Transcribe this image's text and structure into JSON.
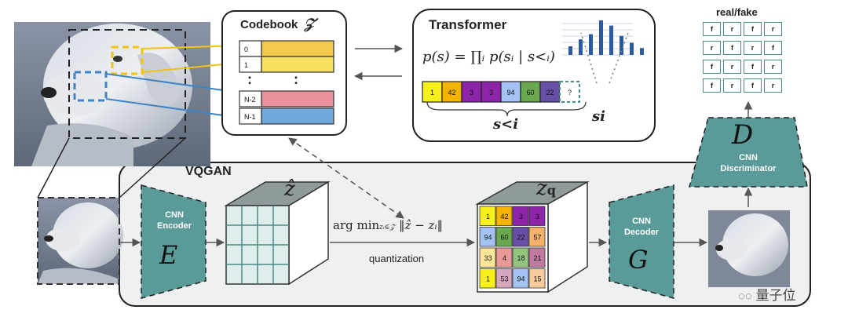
{
  "codebook": {
    "title": "Codebook",
    "symbol": "𝒵",
    "rows": [
      {
        "label": "0",
        "color": "#f2c94c"
      },
      {
        "label": "1",
        "color": "#f6e05e"
      },
      {
        "label": "N-2",
        "color": "#e8909c"
      },
      {
        "label": "N-1",
        "color": "#6fa8dc"
      }
    ],
    "ellipsis": ":"
  },
  "transformer": {
    "title": "Transformer",
    "formula": "p(s) = ∏ᵢ p(sᵢ | s<ᵢ)",
    "sequence": [
      {
        "value": "1",
        "color": "#f7f01a"
      },
      {
        "value": "42",
        "color": "#f4b400"
      },
      {
        "value": "3",
        "color": "#8e24aa"
      },
      {
        "value": "3",
        "color": "#8e24aa"
      },
      {
        "value": "94",
        "color": "#a4c2f4"
      },
      {
        "value": "60",
        "color": "#6aa84f"
      },
      {
        "value": "22",
        "color": "#674ea7"
      },
      {
        "value": "?",
        "color": "#ffffff"
      }
    ],
    "s_less": "s<i",
    "s_i": "si"
  },
  "histogram": {
    "values": [
      0.25,
      0.45,
      0.6,
      1.0,
      0.85,
      0.55,
      0.35,
      0.2
    ],
    "color": "#2c5aa0"
  },
  "real_fake": {
    "title": "real/fake",
    "grid": [
      [
        "f",
        "r",
        "f",
        "r"
      ],
      [
        "r",
        "f",
        "r",
        "f"
      ],
      [
        "f",
        "r",
        "f",
        "r"
      ],
      [
        "f",
        "r",
        "f",
        "r"
      ]
    ]
  },
  "discriminator": {
    "letter": "D",
    "line1": "CNN",
    "line2": "Discriminator"
  },
  "vqgan": {
    "title": "VQGAN",
    "encoder": {
      "line1": "CNN",
      "line2": "Encoder",
      "letter": "E"
    },
    "decoder": {
      "line1": "CNN",
      "line2": "Decoder",
      "letter": "G"
    },
    "z_hat": "ẑ",
    "z_q": "z",
    "z_q_sub": "q",
    "quant_formula": "arg min",
    "quant_sub": "zᵢ∈𝒵",
    "quant_norm": "‖ẑ − zᵢ‖",
    "quant_label": "quantization",
    "zq_grid": [
      [
        {
          "v": "1",
          "c": "#f7f01a"
        },
        {
          "v": "42",
          "c": "#f4b400"
        },
        {
          "v": "3",
          "c": "#8e24aa"
        },
        {
          "v": "3",
          "c": "#8e24aa"
        }
      ],
      [
        {
          "v": "94",
          "c": "#a4c2f4"
        },
        {
          "v": "60",
          "c": "#6aa84f"
        },
        {
          "v": "22",
          "c": "#674ea7"
        },
        {
          "v": "57",
          "c": "#f6b26b"
        }
      ],
      [
        {
          "v": "33",
          "c": "#ffe599"
        },
        {
          "v": "4",
          "c": "#ea9999"
        },
        {
          "v": "18",
          "c": "#93c47d"
        },
        {
          "v": "21",
          "c": "#c27ba0"
        }
      ],
      [
        {
          "v": "1",
          "c": "#f7f01a"
        },
        {
          "v": "53",
          "c": "#d5a6bd"
        },
        {
          "v": "94",
          "c": "#a4c2f4"
        },
        {
          "v": "15",
          "c": "#f9cb9c"
        }
      ]
    ]
  },
  "watermark": "量子位",
  "colors": {
    "teal": "#4a8c8a",
    "teal_light": "#9ec7c5",
    "panel": "#eef0f2"
  }
}
